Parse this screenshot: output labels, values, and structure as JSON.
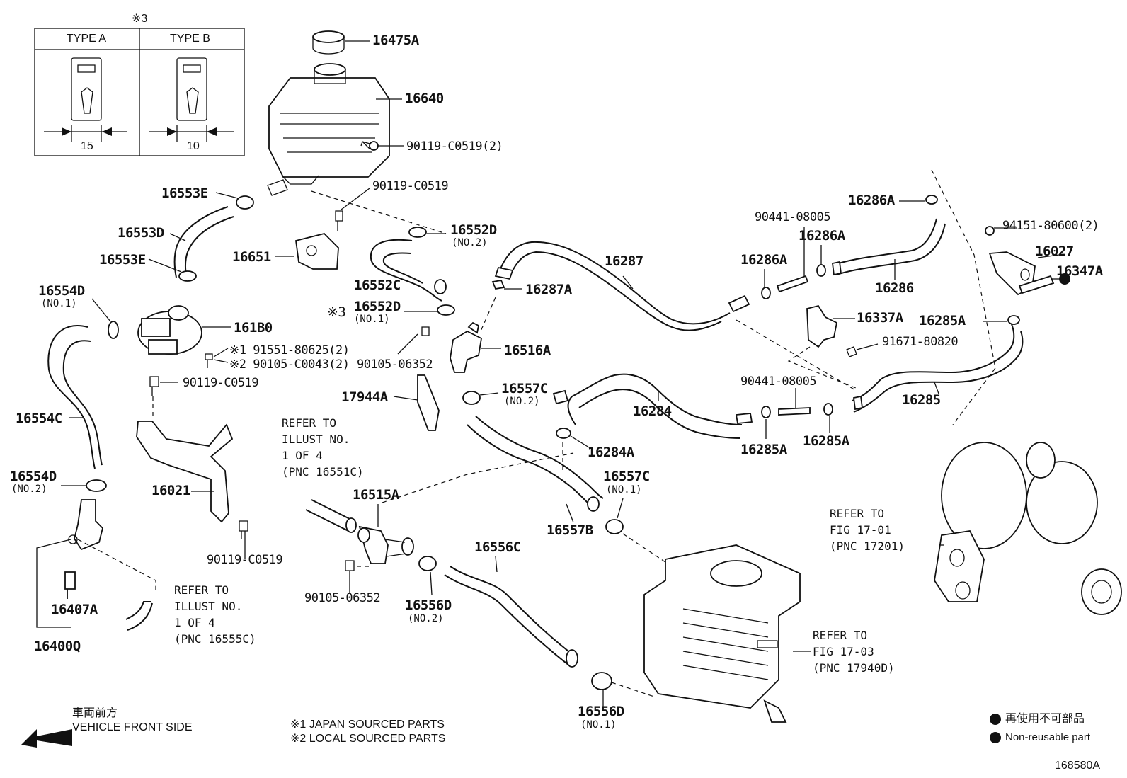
{
  "inset": {
    "mark": "※3",
    "type_a": "TYPE A",
    "type_b": "TYPE B",
    "dim_a": "15",
    "dim_b": "10"
  },
  "parts": {
    "p16475A": "16475A",
    "p16640": "16640",
    "p90119_c0519_2": "90119-C0519(2)",
    "p90119_c0519_top": "90119-C0519",
    "p16553E_top": "16553E",
    "p16553D": "16553D",
    "p16553E_bot": "16553E",
    "p16651": "16651",
    "p16552D_top": "16552D",
    "p16552D_top_sub": "(NO.2)",
    "p16552C": "16552C",
    "p16552D_bot_mark": "※3",
    "p16552D_bot": "16552D",
    "p16552D_bot_sub": "(NO.1)",
    "p16554D_top": "16554D",
    "p16554D_top_sub": "(NO.1)",
    "p161B0": "161B0",
    "p91551": "※1 91551-80625(2)",
    "p90105_c0043": "※2 90105-C0043(2)",
    "p90119_c0519_mid": "90119-C0519",
    "p16554C": "16554C",
    "p16554D_bot": "16554D",
    "p16554D_bot_sub": "(NO.2)",
    "p16021": "16021",
    "p90119_c0519_low": "90119-C0519",
    "p16407A": "16407A",
    "p16400Q": "16400Q",
    "p16287": "16287",
    "p16287A": "16287A",
    "p16516A": "16516A",
    "p90105_06352_top": "90105-06352",
    "p17944A": "17944A",
    "p16557C_top": "16557C",
    "p16557C_top_sub": "(NO.2)",
    "p16284": "16284",
    "p16284A": "16284A",
    "p16557C_bot": "16557C",
    "p16557C_bot_sub": "(NO.1)",
    "p16557B": "16557B",
    "p16515A": "16515A",
    "p90105_06352_bot": "90105-06352",
    "p16556C": "16556C",
    "p16556D_mid": "16556D",
    "p16556D_mid_sub": "(NO.2)",
    "p16556D_bot": "16556D",
    "p16556D_bot_sub": "(NO.1)",
    "p90441_top": "90441-08005",
    "p16286A_a": "16286A",
    "p16286A_b": "16286A",
    "p16286A_c": "16286A",
    "p16286": "16286",
    "p16337A": "16337A",
    "p91671": "91671-80820",
    "p16285A_a": "16285A",
    "p16285A_b": "16285A",
    "p16285A_c": "16285A",
    "p90441_bot": "90441-08005",
    "p16285": "16285",
    "p94151": "94151-80600(2)",
    "p16027": "16027",
    "p16347A": "16347A"
  },
  "refs": {
    "r1": [
      "REFER TO",
      "ILLUST NO.",
      "1 OF 4",
      "(PNC 16551C)"
    ],
    "r2": [
      "REFER TO",
      "ILLUST NO.",
      "1 OF 4",
      "(PNC 16555C)"
    ],
    "r3": [
      "REFER TO",
      "FIG 17-01",
      "(PNC 17201)"
    ],
    "r4": [
      "REFER TO",
      "FIG 17-03",
      "(PNC 17940D)"
    ]
  },
  "footer": {
    "front_jp": "車両前方",
    "front_en": "VEHICLE FRONT SIDE",
    "note1": "※1  JAPAN SOURCED PARTS",
    "note2": "※2  LOCAL SOURCED PARTS",
    "legend_jp": "再使用不可部品",
    "legend_en": "Non-reusable part",
    "illust_no": "168580A"
  }
}
